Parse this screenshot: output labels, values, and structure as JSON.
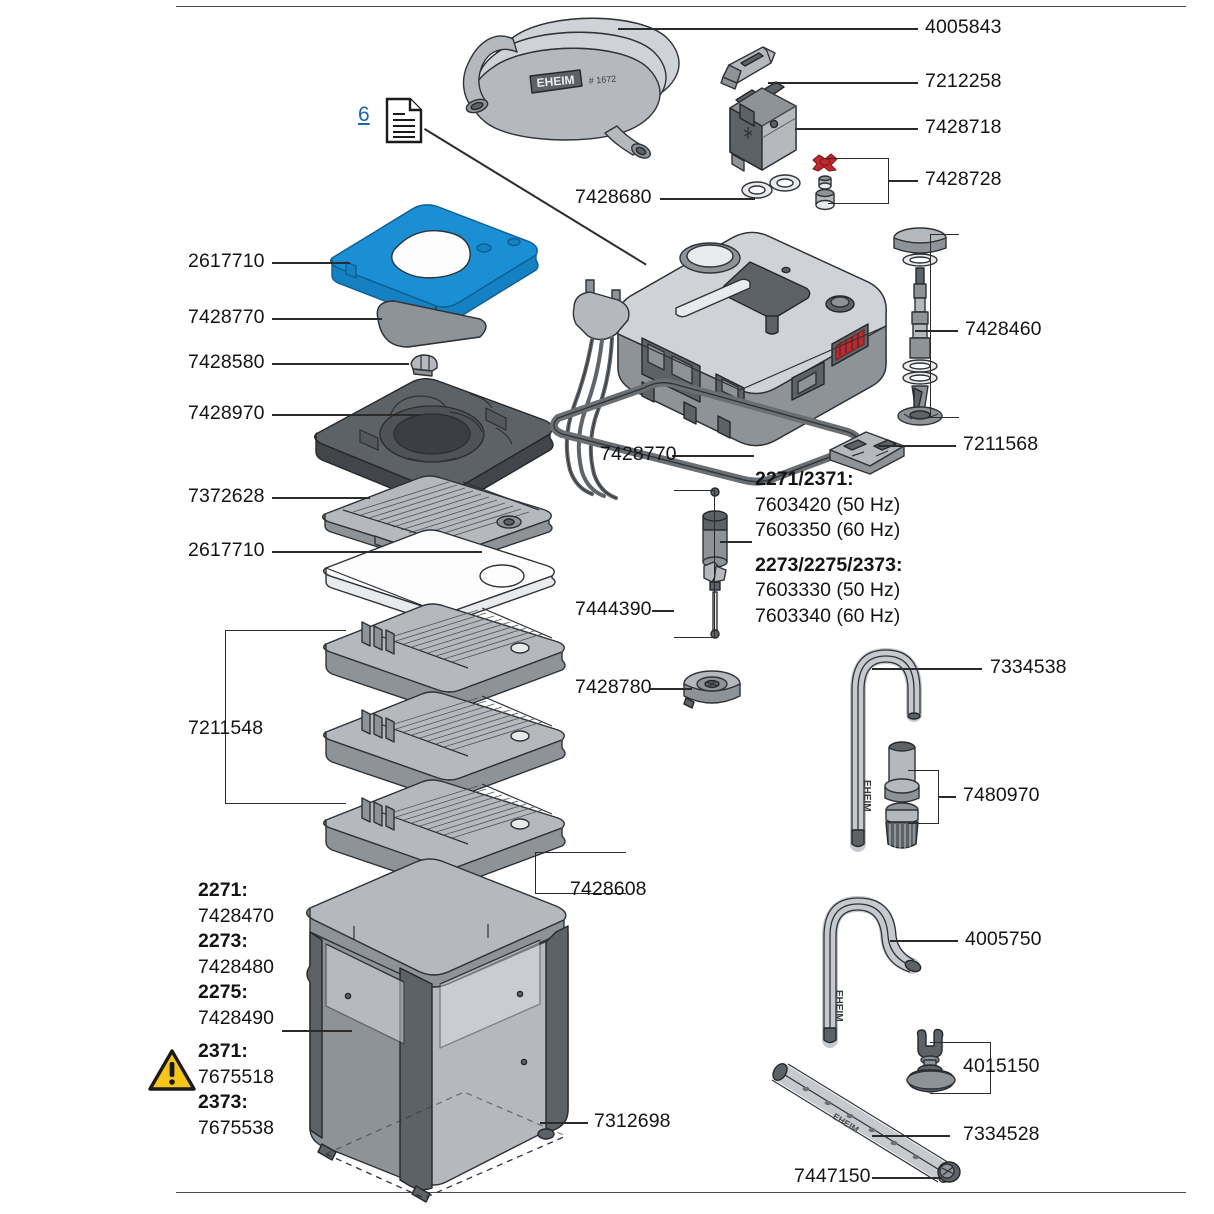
{
  "document": {
    "title": "EHEIM Professionel 3 exploded parts diagram",
    "link_number": "6",
    "link_icon": "document-icon",
    "warning_icon": "warning-triangle-icon"
  },
  "brand": {
    "hose_text": "EHEIM",
    "hose_code": "# 1672",
    "pipe_text": "EHEIM"
  },
  "colors": {
    "highlight_blue": "#1a8fd4",
    "link_blue": "#1f63a8",
    "warning_yellow": "#f5c518",
    "accent_red": "#c0282d",
    "line": "#2b2b2b"
  },
  "labels_left": [
    {
      "id": "2617710-top",
      "text": "2617710"
    },
    {
      "id": "7428770-left",
      "text": "7428770"
    },
    {
      "id": "7428580",
      "text": "7428580"
    },
    {
      "id": "7428970",
      "text": "7428970"
    },
    {
      "id": "7372628",
      "text": "7372628"
    },
    {
      "id": "2617710-mid",
      "text": "2617710"
    },
    {
      "id": "7211548",
      "text": "7211548"
    }
  ],
  "labels_center": [
    {
      "id": "7428680",
      "text": "7428680"
    },
    {
      "id": "7428770-mid",
      "text": "7428770"
    },
    {
      "id": "7444390",
      "text": "7444390"
    },
    {
      "id": "7428780",
      "text": "7428780"
    },
    {
      "id": "7428608",
      "text": "7428608"
    },
    {
      "id": "7312698",
      "text": "7312698"
    }
  ],
  "labels_right": [
    {
      "id": "4005843",
      "text": "4005843"
    },
    {
      "id": "7212258",
      "text": "7212258"
    },
    {
      "id": "7428718",
      "text": "7428718"
    },
    {
      "id": "7428728",
      "text": "7428728"
    },
    {
      "id": "7428460",
      "text": "7428460"
    },
    {
      "id": "7211568",
      "text": "7211568"
    },
    {
      "id": "7334538",
      "text": "7334538"
    },
    {
      "id": "7480970",
      "text": "7480970"
    },
    {
      "id": "4005750",
      "text": "4005750"
    },
    {
      "id": "4015150",
      "text": "4015150"
    },
    {
      "id": "7334528",
      "text": "7334528"
    },
    {
      "id": "7447150",
      "text": "7447150"
    }
  ],
  "pump_group": {
    "model_a": "2271/2371:",
    "model_a_50": "7603420 (50 Hz)",
    "model_a_60": "7603350 (60 Hz)",
    "model_b": "2273/2275/2373:",
    "model_b_50": "7603330 (50 Hz)",
    "model_b_60": "7603340 (60 Hz)"
  },
  "canister_group": [
    {
      "model": "2271:",
      "part": "7428470"
    },
    {
      "model": "2273:",
      "part": "7428480"
    },
    {
      "model": "2275:",
      "part": "7428490"
    },
    {
      "model": "2371:",
      "part": "7675518"
    },
    {
      "model": "2373:",
      "part": "7675538"
    }
  ]
}
